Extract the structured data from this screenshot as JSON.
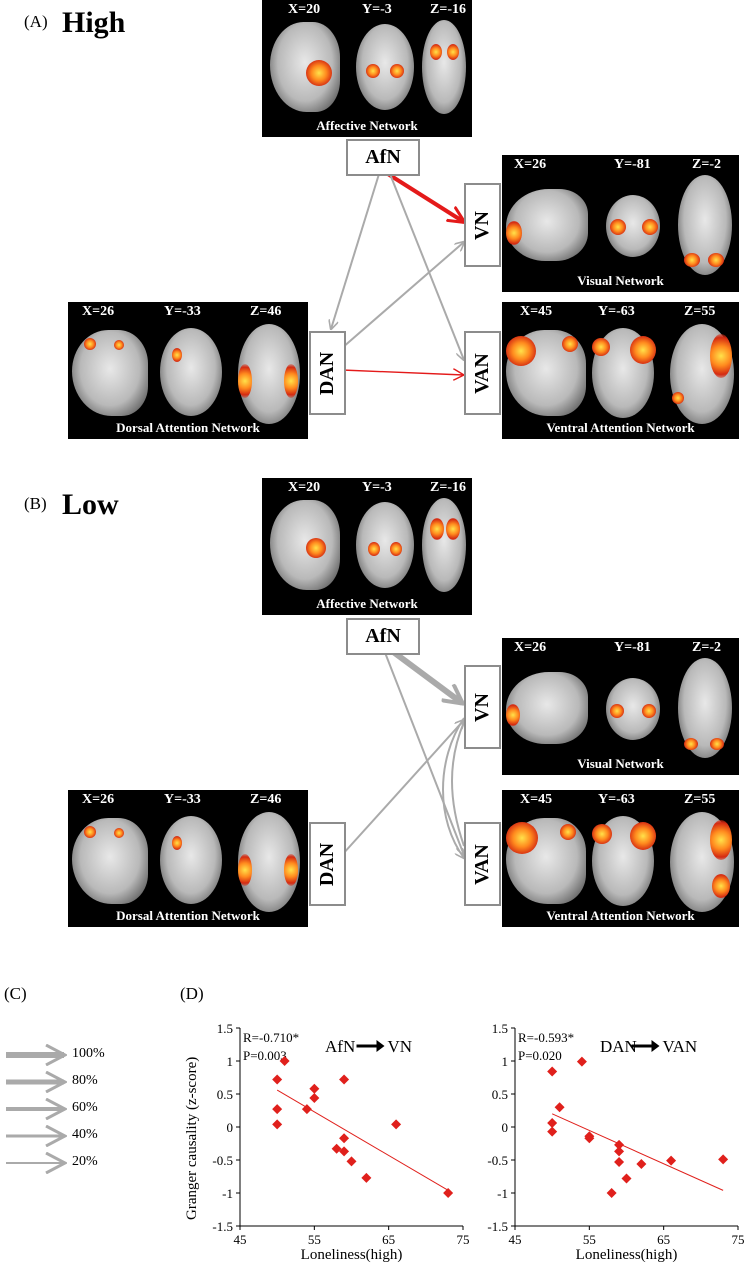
{
  "panelA": {
    "label": "(A)",
    "title": "High",
    "affective": {
      "x": "X=20",
      "y": "Y=-3",
      "z": "Z=-16",
      "name": "Affective Network",
      "node": "AfN"
    },
    "visual": {
      "x": "X=26",
      "y": "Y=-81",
      "z": "Z=-2",
      "name": "Visual Network",
      "node": "VN"
    },
    "dorsal": {
      "x": "X=26",
      "y": "Y=-33",
      "z": "Z=46",
      "name": "Dorsal Attention Network",
      "node": "DAN"
    },
    "ventral": {
      "x": "X=45",
      "y": "Y=-63",
      "z": "Z=55",
      "name": "Ventral Attention Network",
      "node": "VAN"
    }
  },
  "panelB": {
    "label": "(B)",
    "title": "Low",
    "affective": {
      "x": "X=20",
      "y": "Y=-3",
      "z": "Z=-16",
      "name": "Affective Network",
      "node": "AfN"
    },
    "visual": {
      "x": "X=26",
      "y": "Y=-81",
      "z": "Z=-2",
      "name": "Visual Network",
      "node": "VN"
    },
    "dorsal": {
      "x": "X=26",
      "y": "Y=-33",
      "z": "Z=46",
      "name": "Dorsal Attention Network",
      "node": "DAN"
    },
    "ventral": {
      "x": "X=45",
      "y": "Y=-63",
      "z": "Z=55",
      "name": "Ventral Attention Network",
      "node": "VAN"
    }
  },
  "panelC": {
    "label": "(C)",
    "legend": [
      {
        "text": "100%",
        "weight": 1.0
      },
      {
        "text": "80%",
        "weight": 0.8
      },
      {
        "text": "60%",
        "weight": 0.6
      },
      {
        "text": "40%",
        "weight": 0.4
      },
      {
        "text": "20%",
        "weight": 0.2
      }
    ]
  },
  "panelD": {
    "label": "(D)",
    "ylabel": "Granger causality (z-score)",
    "colors": {
      "points": "#e0201c",
      "fit": "#e0201c"
    }
  },
  "chart_data": [
    {
      "type": "scatter",
      "title_from": "AfN",
      "title_to": "VN",
      "stat_r": "R=-0.710*",
      "stat_p": "P=0.003",
      "xlabel": "Loneliness(high)",
      "ylabel": "Granger causality (z-score)",
      "xlim": [
        45,
        75
      ],
      "ylim": [
        -1.5,
        1.5
      ],
      "xticks": [
        "45",
        "55",
        "65",
        "75"
      ],
      "yticks": [
        "1.5",
        "1",
        "0.5",
        "0",
        "-0.5",
        "-1",
        "-1.5"
      ],
      "x": [
        50,
        50,
        50,
        51,
        54,
        55,
        55,
        58,
        59,
        59,
        59,
        60,
        62,
        66,
        73
      ],
      "y": [
        0.72,
        0.27,
        0.04,
        1.0,
        0.27,
        0.58,
        0.44,
        -0.33,
        0.72,
        -0.17,
        -0.37,
        -0.52,
        -0.77,
        0.04,
        -1.0
      ],
      "fit": [
        [
          50,
          0.56
        ],
        [
          73,
          -0.96
        ]
      ]
    },
    {
      "type": "scatter",
      "title_from": "DAN",
      "title_to": "VAN",
      "stat_r": "R=-0.593*",
      "stat_p": "P=0.020",
      "xlabel": "Loneliness(high)",
      "ylabel": "",
      "xlim": [
        45,
        75
      ],
      "ylim": [
        -1.5,
        1.5
      ],
      "xticks": [
        "45",
        "55",
        "65",
        "75"
      ],
      "yticks": [
        "1.5",
        "1",
        "0.5",
        "0",
        "-0.5",
        "-1",
        "-1.5"
      ],
      "x": [
        50,
        50,
        50,
        51,
        54,
        55,
        55,
        58,
        59,
        59,
        59,
        60,
        62,
        66,
        73
      ],
      "y": [
        0.84,
        0.06,
        -0.07,
        0.3,
        0.99,
        -0.17,
        -0.14,
        -1.0,
        -0.27,
        -0.37,
        -0.53,
        -0.78,
        -0.56,
        -0.51,
        -0.49
      ],
      "fit": [
        [
          50,
          0.2
        ],
        [
          73,
          -0.96
        ]
      ]
    }
  ]
}
